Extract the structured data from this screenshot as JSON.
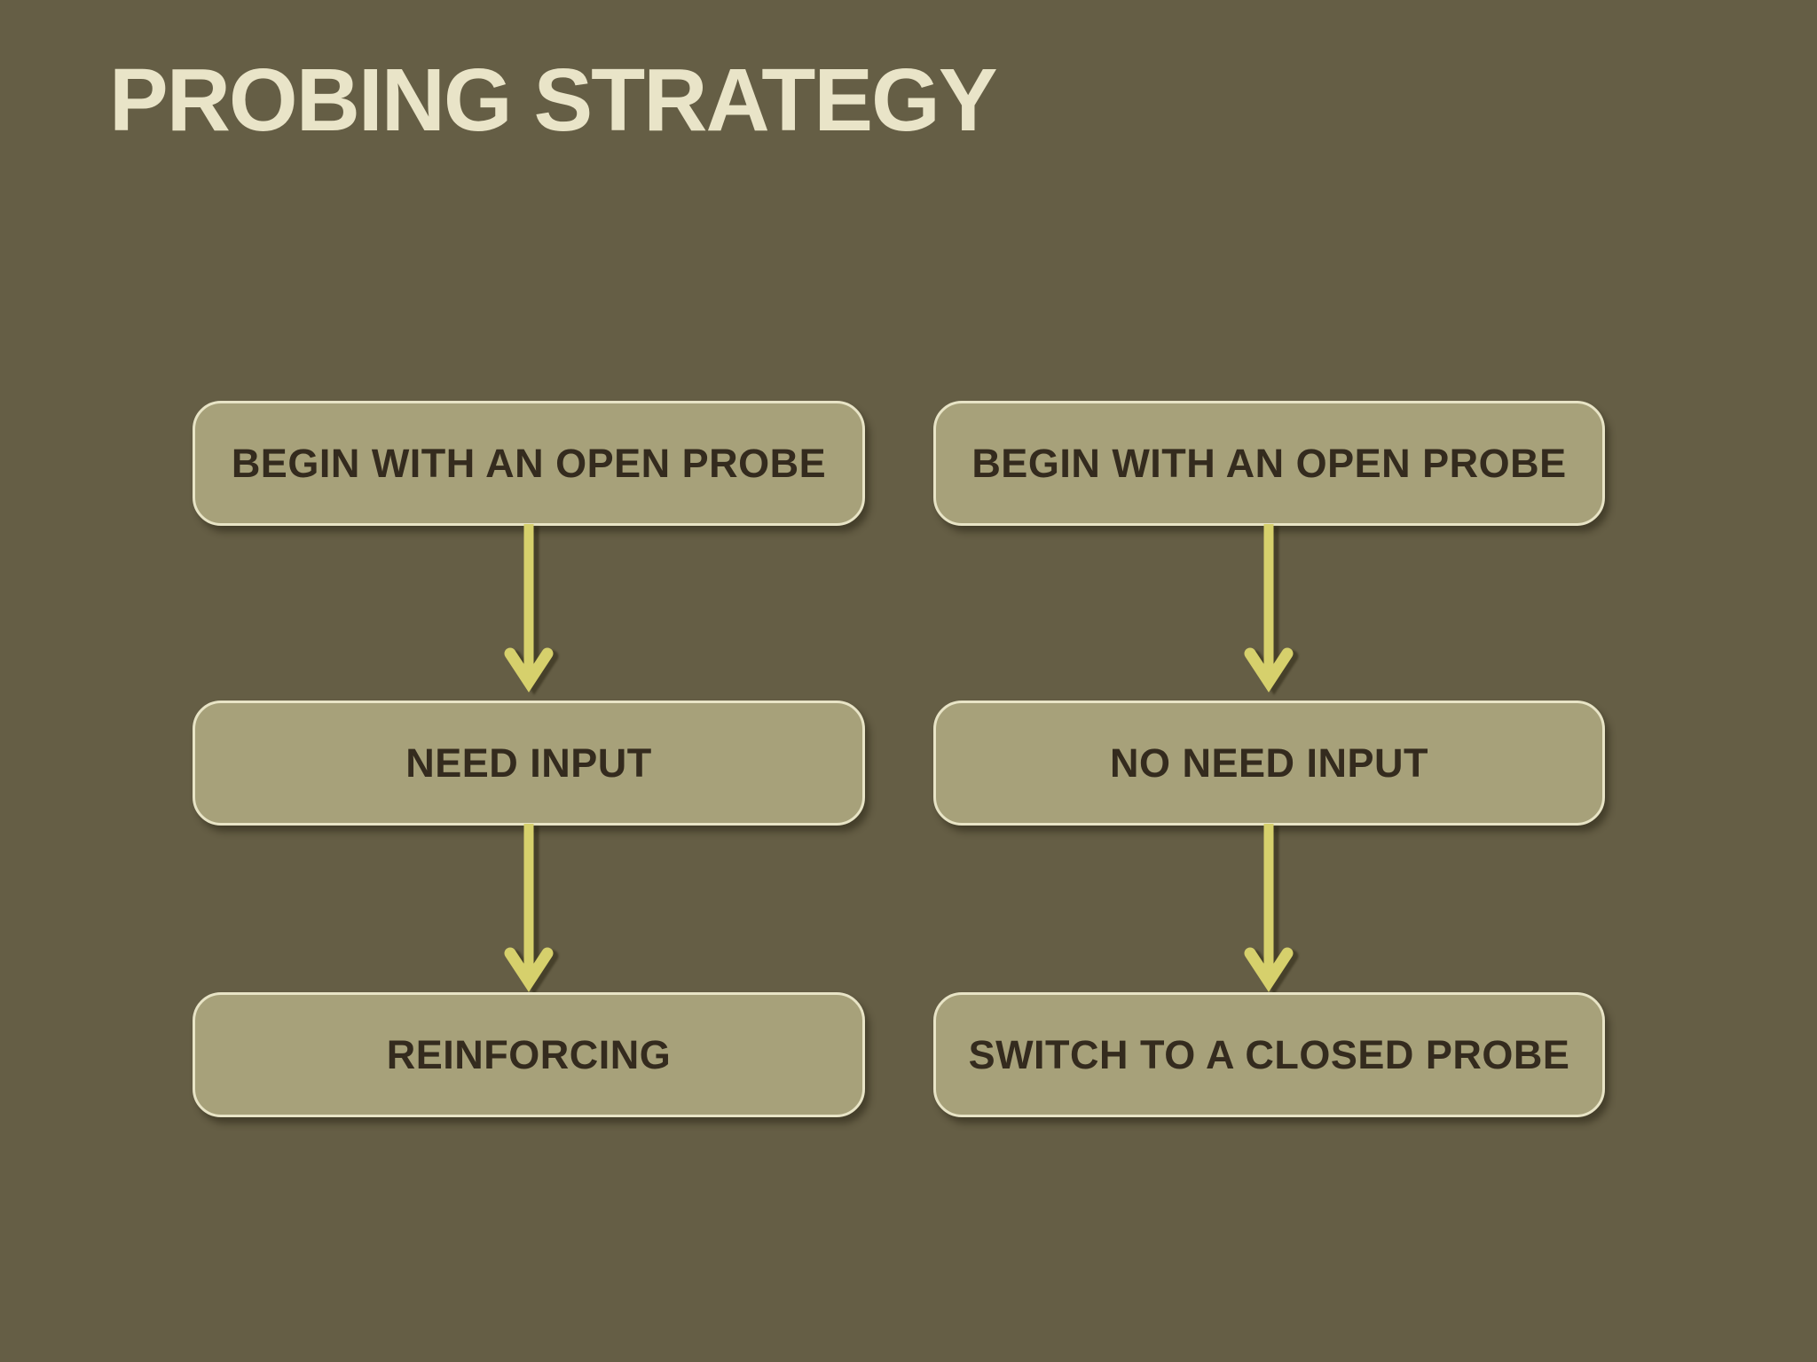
{
  "title": "PROBING STRATEGY",
  "flows": [
    {
      "name": "left",
      "steps": [
        "BEGIN WITH AN OPEN PROBE",
        "NEED INPUT",
        "REINFORCING"
      ]
    },
    {
      "name": "right",
      "steps": [
        "BEGIN WITH AN OPEN PROBE",
        "NO NEED INPUT",
        "SWITCH TO A CLOSED PROBE"
      ]
    }
  ],
  "icons": {
    "connector": "down-arrow-icon"
  },
  "colors": {
    "background": "#655e45",
    "box_fill": "#a7a17a",
    "box_border": "#e8e4c6",
    "box_text": "#342b1e",
    "title_text": "#e9e4c8",
    "arrow": "#d6d06c"
  }
}
